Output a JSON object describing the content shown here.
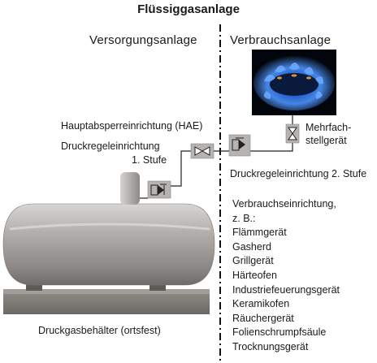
{
  "title": "Flüssiggasanlage",
  "sections": {
    "left": "Versorgungsanlage",
    "right": "Verbrauchsanlage"
  },
  "labels": {
    "hae": "Hauptabsperreinrichtung (HAE)",
    "regulator1_line1": "Druckregeleinrichtung",
    "regulator1_line2": "1. Stufe",
    "regulator2": "Druckregeleinrichtung 2. Stufe",
    "multi_line1": "Mehrfach-",
    "multi_line2": "stellgerät",
    "tank": "Druckgasbehälter (ortsfest)"
  },
  "consumers": {
    "heading": "Verbrauchseinrichtung,",
    "subheading": "z. B.:",
    "items": [
      "Flämmgerät",
      "Gasherd",
      "Grillgerät",
      "Härteofen",
      "Industriefeuerungsgerät",
      "Keramikofen",
      "Räuchergerät",
      "Folienschrumpfsäule",
      "Trocknungsgerät"
    ]
  },
  "colors": {
    "flame_blue": "#4a8cf0",
    "flame_orange": "#f5a030",
    "tank_gray": "#9a9694",
    "divider": "#111111"
  }
}
